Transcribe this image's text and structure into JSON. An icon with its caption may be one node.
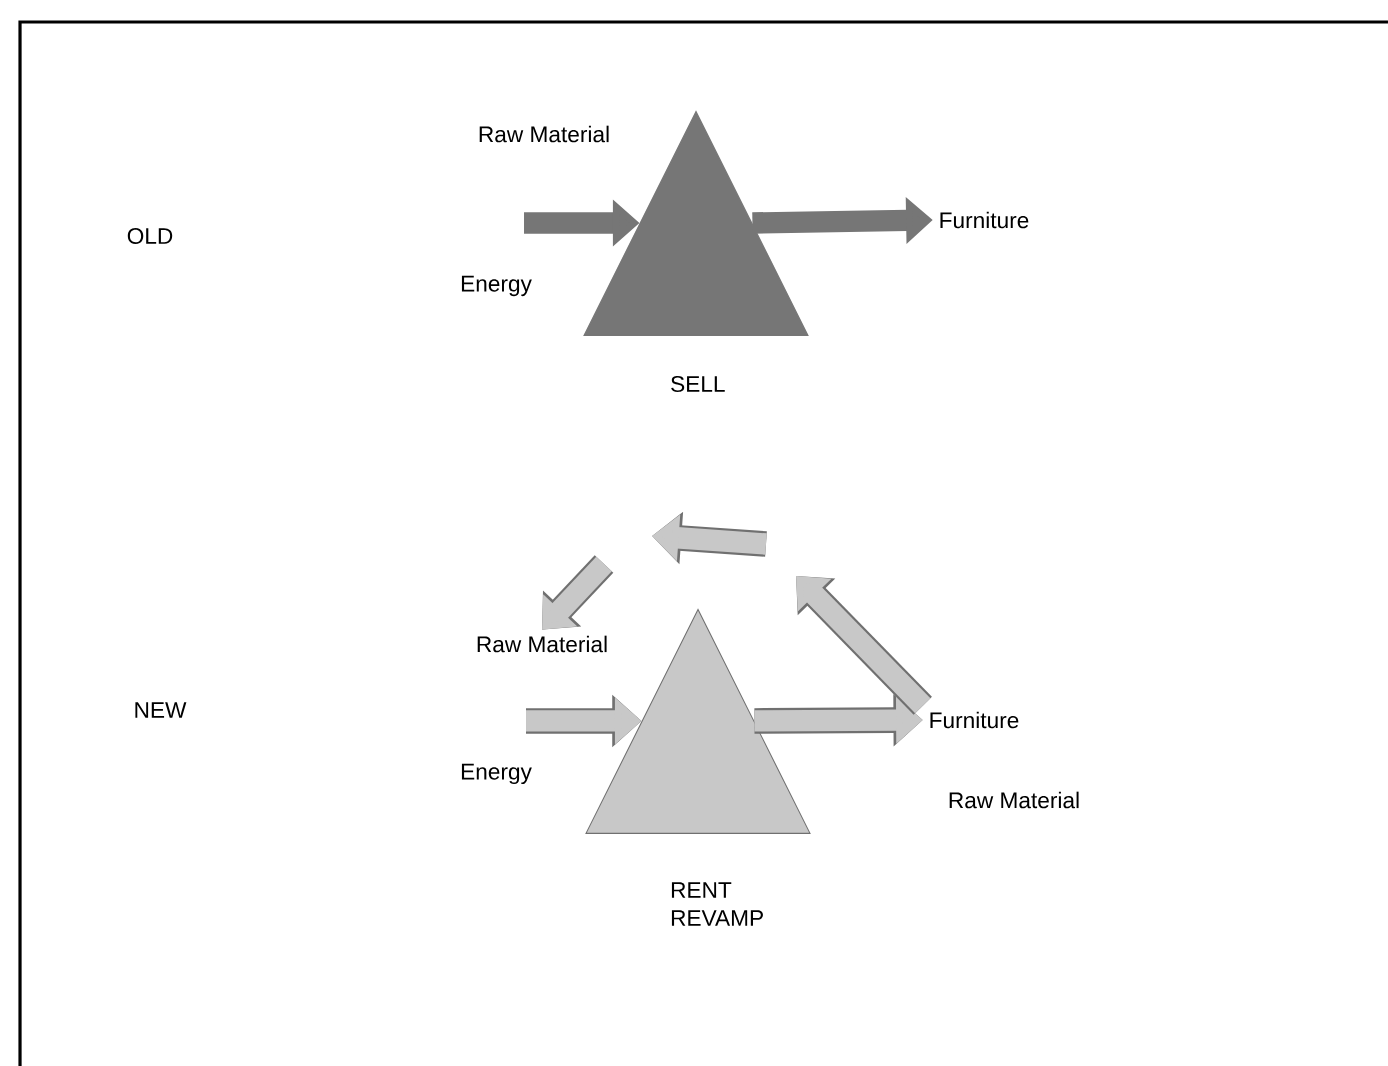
{
  "diagram": {
    "nodes": [
      {
        "text": [],
        "shape": "triangle",
        "beside": [
          "SELL"
        ]
      },
      {
        "text": [
          "Furniture"
        ]
      },
      {
        "text": [
          "Raw Material"
        ]
      },
      {
        "text": [],
        "shape": "triangle",
        "beside": [
          "RENT REVAMP"
        ]
      },
      {
        "text": [
          "Furniture"
        ]
      }
    ],
    "edges": [
      {
        "from": null,
        "to": 0,
        "arrow": "to",
        "color": "#767676"
      },
      {
        "from": 0,
        "to": 1,
        "arrow": "to",
        "color": "#767676"
      },
      {
        "from": null,
        "to": 3,
        "arrow": "to"
      },
      {
        "from": 3,
        "to": 4,
        "arrow": "to"
      },
      {
        "from": 4,
        "to": null,
        "arrow": "to"
      },
      {
        "from": null,
        "to": 2,
        "arrow": "to"
      }
    ],
    "labels": [
      "OLD",
      "Raw Material",
      "Energy",
      "NEW",
      "Energy",
      "Raw Material"
    ]
  }
}
